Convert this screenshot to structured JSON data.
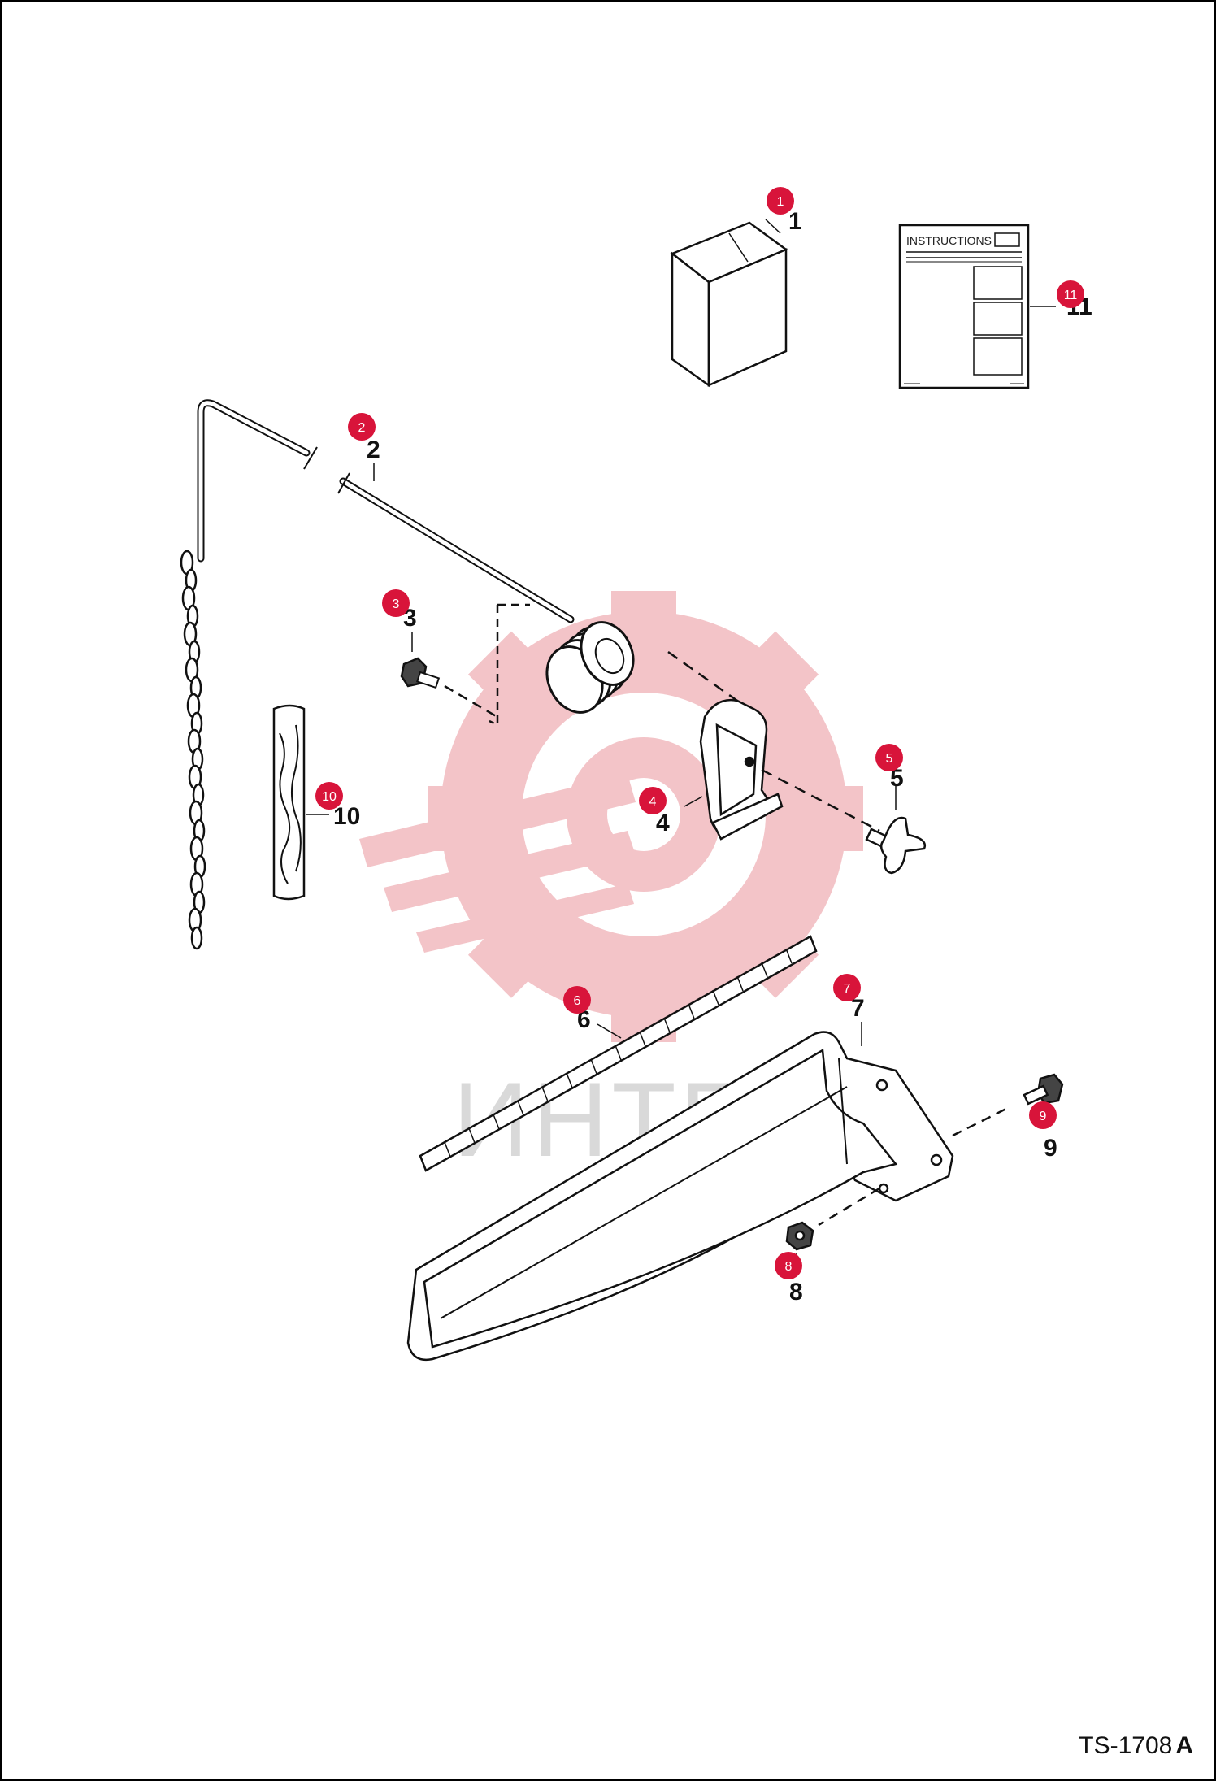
{
  "watermark": {
    "text": "ИНТЕХ",
    "colors": {
      "gear": "#f3c4c8",
      "text": "#d9d9d9"
    }
  },
  "accent_color": "#d8143a",
  "instructions_sheet": {
    "title": "INSTRUCTIONS"
  },
  "parts": [
    {
      "id": "1",
      "label": "1",
      "callout": "1",
      "icon": "box-icon"
    },
    {
      "id": "2",
      "label": "2",
      "callout": "2",
      "icon": "spring-rod-icon"
    },
    {
      "id": "3",
      "label": "3",
      "callout": "3",
      "icon": "bolt-icon"
    },
    {
      "id": "4",
      "label": "4",
      "callout": "4",
      "icon": "bracket-icon"
    },
    {
      "id": "5",
      "label": "5",
      "callout": "5",
      "icon": "knob-icon"
    },
    {
      "id": "6",
      "label": "6",
      "callout": "6",
      "icon": "strip-icon"
    },
    {
      "id": "7",
      "label": "7",
      "callout": "7",
      "icon": "tray-icon"
    },
    {
      "id": "8",
      "label": "8",
      "callout": "8",
      "icon": "nut-icon"
    },
    {
      "id": "9",
      "label": "9",
      "callout": "9",
      "icon": "bolt-icon"
    },
    {
      "id": "10",
      "label": "10",
      "callout": "10",
      "icon": "sleeve-icon"
    },
    {
      "id": "11",
      "label": "11",
      "callout": "11",
      "icon": "instructions-icon"
    }
  ],
  "drawing_id": {
    "code": "TS-1708",
    "revision": "A"
  }
}
